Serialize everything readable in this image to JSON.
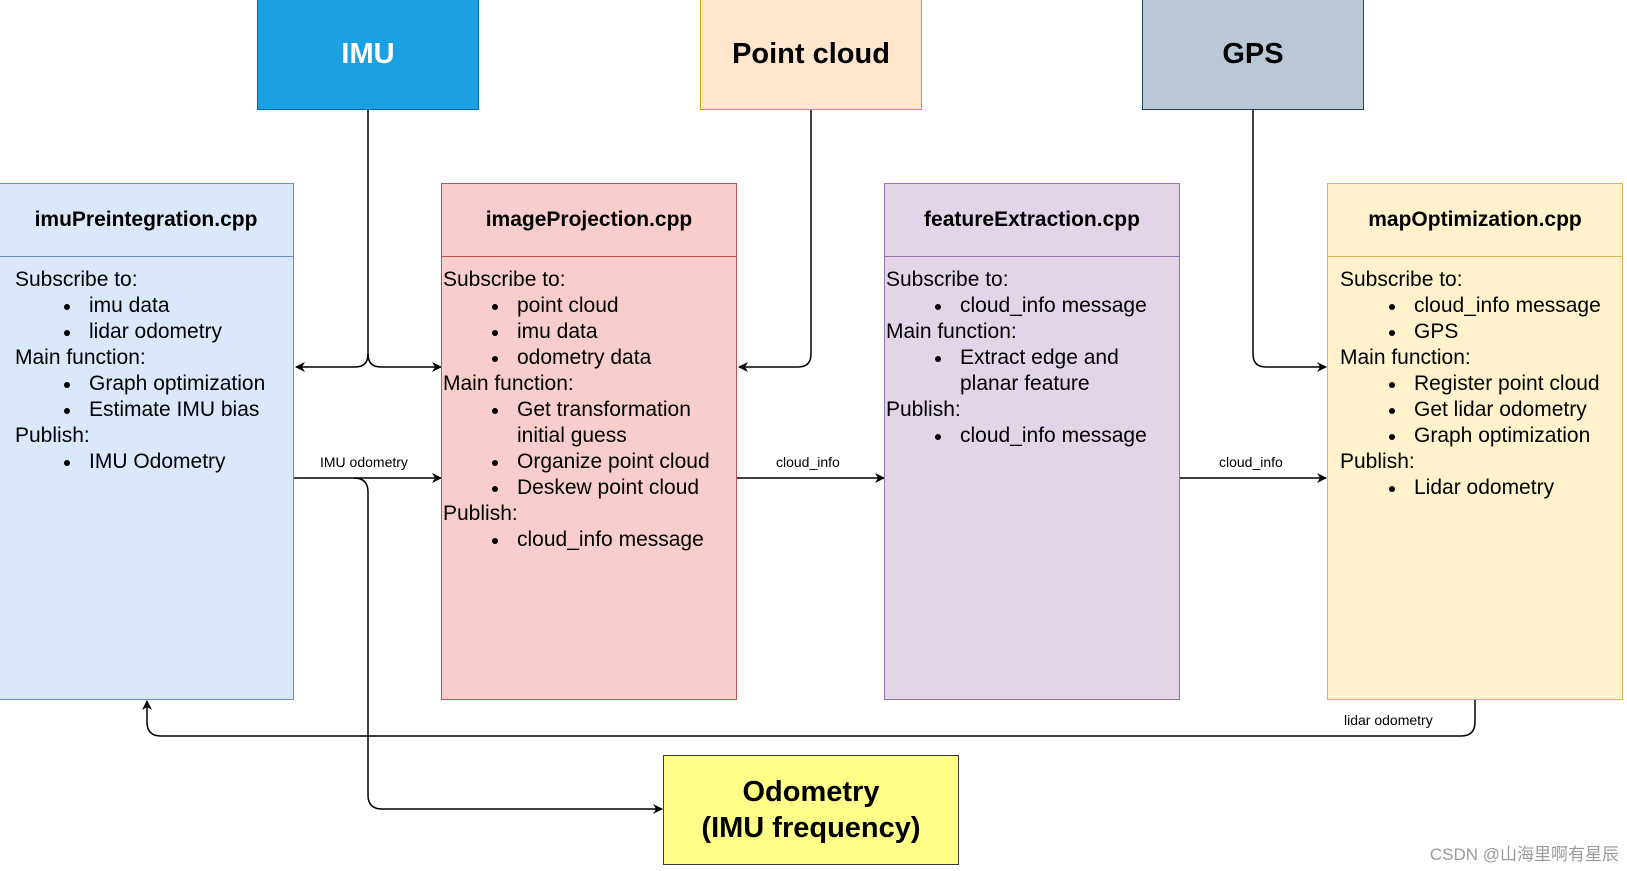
{
  "colors": {
    "imu_fill": "#1ba1e2",
    "imu_border": "#006eaf",
    "pointcloud_fill": "#ffe6cc",
    "pointcloud_border": "#d79b00",
    "gps_fill": "#b9c8d4",
    "gps_border": "#23445d",
    "blue_fill": "#dae8fc",
    "blue_border": "#6c8ebf",
    "red_fill": "#f8cecc",
    "red_border": "#b85450",
    "purple_fill": "#e1d5e7",
    "purple_border": "#9673a6",
    "yellow_fill": "#fff2cc",
    "yellow_border": "#d6b656",
    "odom_fill": "#ffff88",
    "odom_border": "#36393d"
  },
  "sources": {
    "imu": "IMU",
    "point_cloud": "Point cloud",
    "gps": "GPS"
  },
  "nodes": [
    {
      "id": "imu-preintegration",
      "title": "imuPreintegration.cpp",
      "subscribe_label": "Subscribe to:",
      "subscribe": [
        "imu data",
        "lidar odometry"
      ],
      "main_label": "Main function:",
      "main": [
        "Graph optimization",
        "Estimate IMU bias"
      ],
      "publish_label": "Publish:",
      "publish": [
        "IMU Odometry"
      ]
    },
    {
      "id": "image-projection",
      "title": "imageProjection.cpp",
      "subscribe_label": "Subscribe to:",
      "subscribe": [
        "point cloud",
        "imu data",
        "odometry data"
      ],
      "main_label": "Main function:",
      "main": [
        "Get transformation initial guess",
        "Organize point cloud",
        "Deskew point cloud"
      ],
      "publish_label": "Publish:",
      "publish": [
        "cloud_info message"
      ]
    },
    {
      "id": "feature-extraction",
      "title": "featureExtraction.cpp",
      "subscribe_label": "Subscribe to:",
      "subscribe": [
        "cloud_info message"
      ],
      "main_label": "Main function:",
      "main": [
        "Extract edge and planar feature"
      ],
      "publish_label": "Publish:",
      "publish": [
        "cloud_info message"
      ]
    },
    {
      "id": "map-optimization",
      "title": "mapOptimization.cpp",
      "subscribe_label": "Subscribe to:",
      "subscribe": [
        "cloud_info message",
        "GPS"
      ],
      "main_label": "Main function:",
      "main": [
        "Register point cloud",
        "Get lidar odometry",
        "Graph optimization"
      ],
      "publish_label": "Publish:",
      "publish": [
        "Lidar odometry"
      ]
    }
  ],
  "edges": {
    "imu_odometry": "IMU odometry",
    "cloud_info_1": "cloud_info",
    "cloud_info_2": "cloud_info",
    "lidar_odometry": "lidar odometry"
  },
  "output": {
    "line1": "Odometry",
    "line2": "(IMU frequency)"
  },
  "watermark": "CSDN @山海里啊有星辰"
}
